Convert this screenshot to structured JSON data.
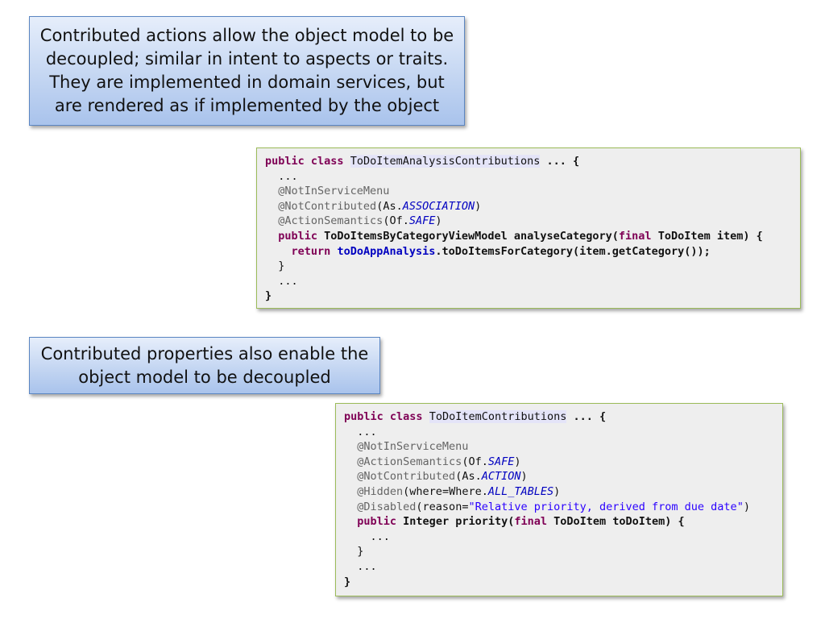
{
  "callout_actions": {
    "lines": [
      "Contributed actions allow the object model to be",
      "decoupled; similar in intent to aspects or traits.",
      "They are implemented in domain services, but",
      "are rendered as if implemented by the object"
    ]
  },
  "callout_properties": {
    "lines": [
      "Contributed properties also enable the",
      "object model to be decoupled"
    ]
  },
  "code_actions": {
    "kw_public": "public",
    "kw_class": "class",
    "kw_return": "return",
    "kw_final": "final",
    "class_name": "ToDoItemAnalysisContributions",
    "class_suffix": " ... {",
    "ellipsis": "...",
    "ann_not_in_service_menu": "@NotInServiceMenu",
    "ann_not_contributed": "@NotContributed",
    "not_contributed_args_pre": "(As.",
    "not_contributed_const": "ASSOCIATION",
    "ann_action_semantics": "@ActionSemantics",
    "action_semantics_args_pre": "(Of.",
    "action_semantics_const": "SAFE",
    "paren_close": ")",
    "method_sig_main": " ToDoItemsByCategoryViewModel analyseCategory(",
    "method_sig_tail": " ToDoItem item) {",
    "return_field": "toDoAppAnalysis",
    "return_call": ".toDoItemsForCategory(item.getCategory());",
    "close_brace": "}"
  },
  "code_properties": {
    "kw_public": "public",
    "kw_class": "class",
    "kw_final": "final",
    "class_name": "ToDoItemContributions",
    "class_suffix": " ... {",
    "ellipsis": "...",
    "ann_not_in_service_menu": "@NotInServiceMenu",
    "ann_action_semantics": "@ActionSemantics",
    "action_semantics_args_pre": "(Of.",
    "action_semantics_const": "SAFE",
    "ann_not_contributed": "@NotContributed",
    "not_contributed_args_pre": "(As.",
    "not_contributed_const": "ACTION",
    "ann_hidden": "@Hidden",
    "hidden_args_pre": "(where=Where.",
    "hidden_const": "ALL_TABLES",
    "ann_disabled": "@Disabled",
    "disabled_args_pre": "(reason=",
    "disabled_reason": "\"Relative priority, derived from due date\"",
    "paren_close": ")",
    "method_sig_main": " Integer priority(",
    "method_sig_tail": " ToDoItem toDoItem) {",
    "close_brace": "}"
  }
}
